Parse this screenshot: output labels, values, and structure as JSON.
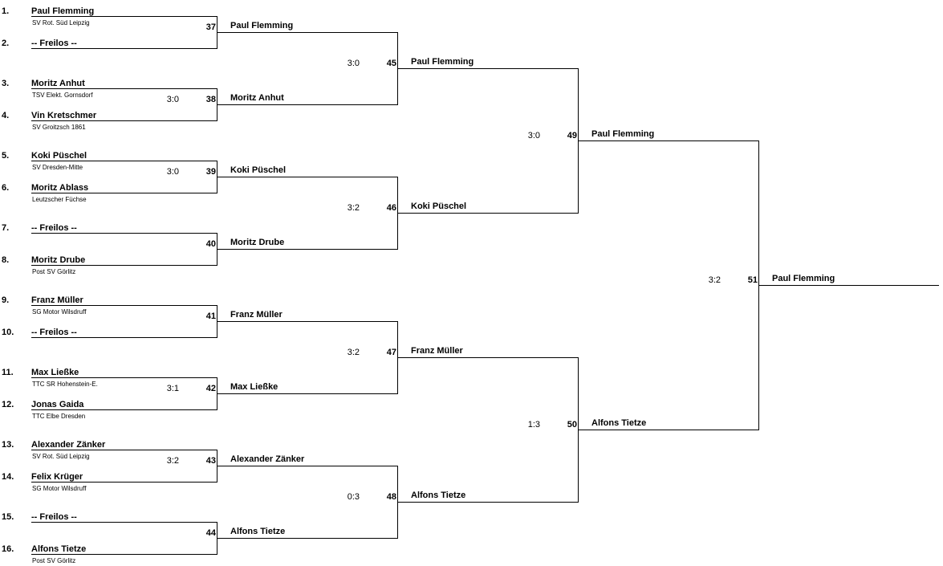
{
  "players": [
    {
      "seed": "1.",
      "name": "Paul Flemming",
      "club": "SV Rot. Süd Leipzig"
    },
    {
      "seed": "2.",
      "name": "-- Freilos --",
      "club": ""
    },
    {
      "seed": "3.",
      "name": "Moritz Anhut",
      "club": "TSV Elekt. Gornsdorf"
    },
    {
      "seed": "4.",
      "name": "Vin Kretschmer",
      "club": "SV Groitzsch 1861"
    },
    {
      "seed": "5.",
      "name": "Koki Püschel",
      "club": "SV Dresden-Mitte"
    },
    {
      "seed": "6.",
      "name": "Moritz Ablass",
      "club": "Leutzscher Füchse"
    },
    {
      "seed": "7.",
      "name": "-- Freilos --",
      "club": ""
    },
    {
      "seed": "8.",
      "name": "Moritz Drube",
      "club": "Post SV Görlitz"
    },
    {
      "seed": "9.",
      "name": "Franz Müller",
      "club": "SG Motor Wilsdruff"
    },
    {
      "seed": "10.",
      "name": "-- Freilos --",
      "club": ""
    },
    {
      "seed": "11.",
      "name": "Max Ließke",
      "club": "TTC SR Hohenstein-E."
    },
    {
      "seed": "12.",
      "name": "Jonas Gaida",
      "club": "TTC Elbe Dresden"
    },
    {
      "seed": "13.",
      "name": "Alexander Zänker",
      "club": "SV Rot. Süd Leipzig"
    },
    {
      "seed": "14.",
      "name": "Felix Krüger",
      "club": "SG Motor Wilsdruff"
    },
    {
      "seed": "15.",
      "name": "-- Freilos --",
      "club": ""
    },
    {
      "seed": "16.",
      "name": "Alfons Tietze",
      "club": "Post SV Görlitz"
    }
  ],
  "rounds": [
    [
      {
        "match": "37",
        "score": "",
        "winner": "Paul Flemming"
      },
      {
        "match": "38",
        "score": "3:0",
        "winner": "Moritz Anhut"
      },
      {
        "match": "39",
        "score": "3:0",
        "winner": "Koki Püschel"
      },
      {
        "match": "40",
        "score": "",
        "winner": "Moritz Drube"
      },
      {
        "match": "41",
        "score": "",
        "winner": "Franz Müller"
      },
      {
        "match": "42",
        "score": "3:1",
        "winner": "Max Ließke"
      },
      {
        "match": "43",
        "score": "3:2",
        "winner": "Alexander Zänker"
      },
      {
        "match": "44",
        "score": "",
        "winner": "Alfons Tietze"
      }
    ],
    [
      {
        "match": "45",
        "score": "3:0",
        "winner": "Paul Flemming"
      },
      {
        "match": "46",
        "score": "3:2",
        "winner": "Koki Püschel"
      },
      {
        "match": "47",
        "score": "3:2",
        "winner": "Franz Müller"
      },
      {
        "match": "48",
        "score": "0:3",
        "winner": "Alfons Tietze"
      }
    ],
    [
      {
        "match": "49",
        "score": "3:0",
        "winner": "Paul Flemming"
      },
      {
        "match": "50",
        "score": "1:3",
        "winner": "Alfons Tietze"
      }
    ],
    [
      {
        "match": "51",
        "score": "3:2",
        "winner": "Paul Flemming"
      }
    ]
  ]
}
